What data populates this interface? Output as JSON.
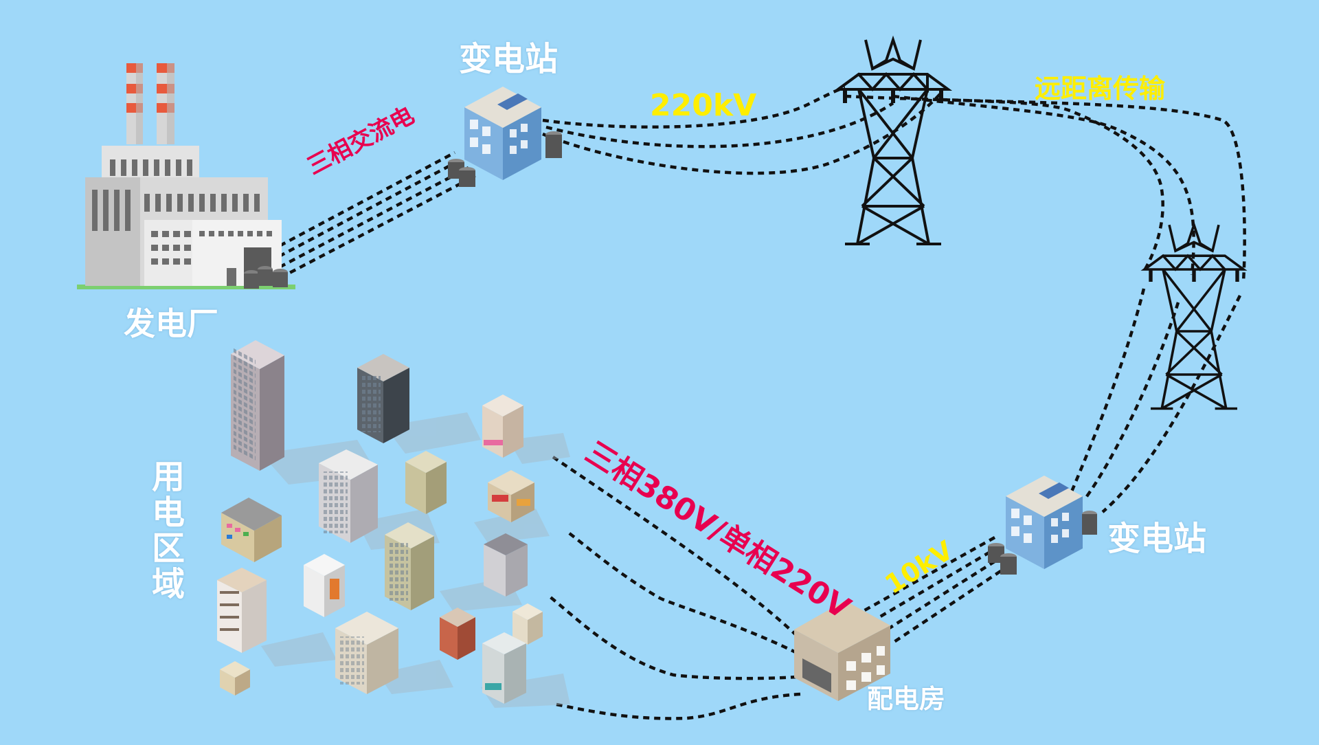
{
  "colors": {
    "background": "#9fd8f9",
    "label_white": "#ffffff",
    "voltage_yellow": "#ffee00",
    "phase_pink": "#e8004f",
    "wire": "#111111"
  },
  "labels": {
    "power_plant": "发电厂",
    "substation_top": "变电站",
    "substation_bottom": "变电站",
    "distribution_room": "配电房",
    "consumer_area": "用电区域",
    "three_phase_ac": "三相交流电",
    "voltage_220kv": "220kV",
    "long_distance": "远距离传输",
    "voltage_10kv": "10kV",
    "voltage_low": "三相380V/单相220V"
  },
  "icons": {
    "plant": "power-plant-icon",
    "substation": "substation-building-icon",
    "tower": "transmission-tower-icon",
    "distribution": "distribution-room-icon",
    "buildings": "city-buildings-icon"
  }
}
